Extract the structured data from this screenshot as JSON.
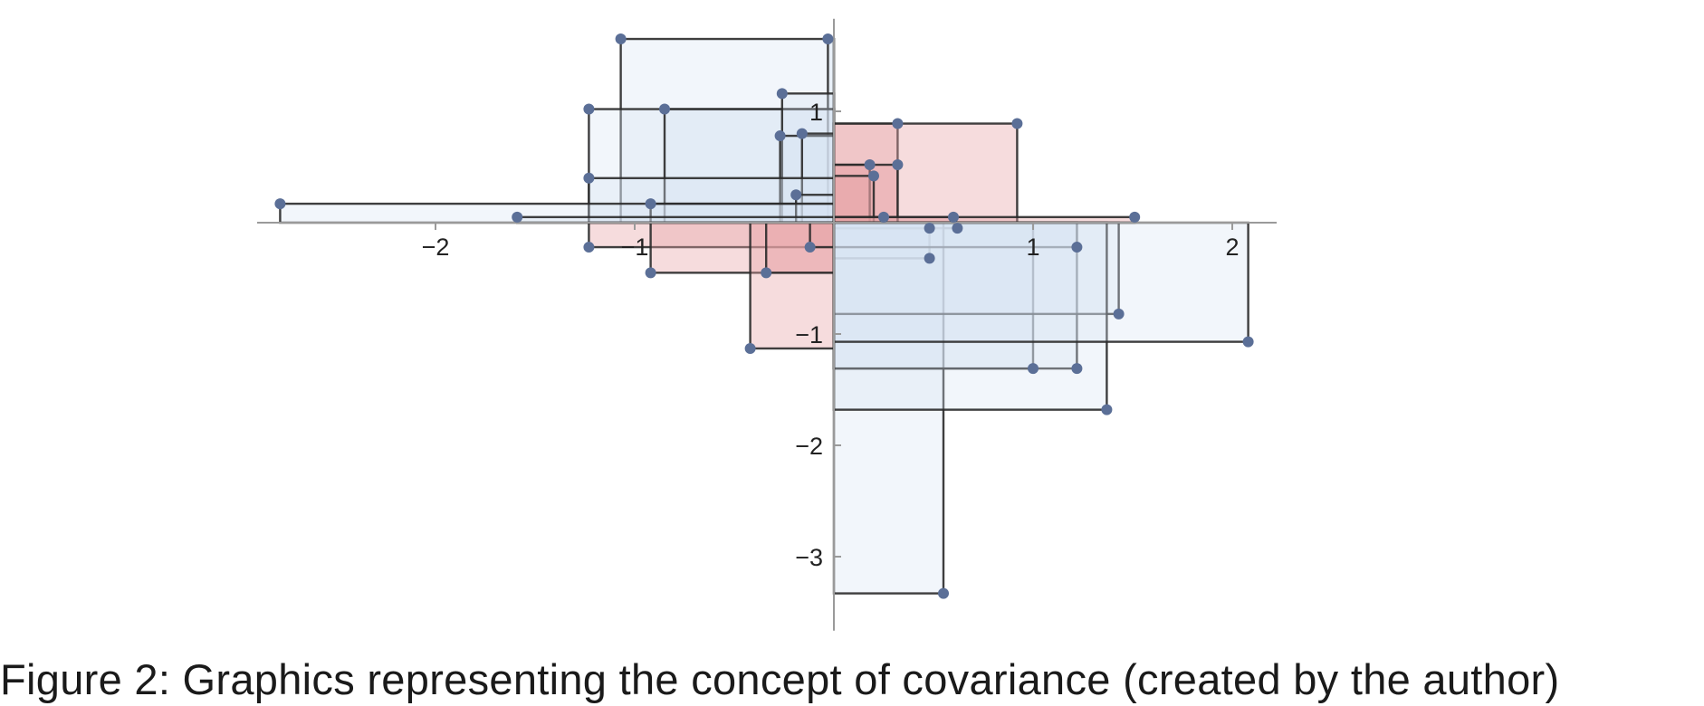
{
  "caption": "Figure 2: Graphics representing the concept of covariance (created by the author)",
  "chart_data": {
    "type": "scatter",
    "description_style": "covariance rectangles: each point spans a rectangle to the mean (0,0); positive products shaded red, negative products shaded blue",
    "xlim": [
      -2.85,
      2.2
    ],
    "ylim": [
      -3.6,
      1.75
    ],
    "grid": false,
    "legend": "none",
    "x_ticks": [
      -2,
      -1,
      1,
      2
    ],
    "y_ticks": [
      -3,
      -2,
      -1,
      1
    ],
    "x_tick_labels": [
      "−2",
      "−1",
      "1",
      "2"
    ],
    "y_tick_labels": [
      "−3",
      "−2",
      "−1",
      "1"
    ],
    "colors": {
      "positive_fill": "#e8a3a6",
      "negative_fill": "#d6e4f3",
      "edge": "#2a2a2a",
      "point": "#5b6f97",
      "axis": "#9a9a9a"
    },
    "points": [
      {
        "x": -1.07,
        "y": 1.65
      },
      {
        "x": -0.03,
        "y": 1.65
      },
      {
        "x": -1.23,
        "y": 1.02
      },
      {
        "x": -0.85,
        "y": 1.02
      },
      {
        "x": -0.26,
        "y": 1.16
      },
      {
        "x": -0.27,
        "y": 0.78
      },
      {
        "x": -0.16,
        "y": 0.8
      },
      {
        "x": -1.23,
        "y": 0.4
      },
      {
        "x": -0.92,
        "y": 0.17
      },
      {
        "x": -0.19,
        "y": 0.25
      },
      {
        "x": -2.78,
        "y": 0.17
      },
      {
        "x": -1.59,
        "y": 0.05
      },
      {
        "x": 0.32,
        "y": 0.89
      },
      {
        "x": 0.92,
        "y": 0.89
      },
      {
        "x": 0.18,
        "y": 0.52
      },
      {
        "x": 0.32,
        "y": 0.52
      },
      {
        "x": 0.2,
        "y": 0.42
      },
      {
        "x": 0.25,
        "y": 0.05
      },
      {
        "x": 0.6,
        "y": 0.05
      },
      {
        "x": 1.51,
        "y": 0.05
      },
      {
        "x": -1.23,
        "y": -0.22
      },
      {
        "x": -0.92,
        "y": -0.45
      },
      {
        "x": -0.42,
        "y": -1.13
      },
      {
        "x": -0.34,
        "y": -0.45
      },
      {
        "x": -0.12,
        "y": -0.22
      },
      {
        "x": 0.48,
        "y": -0.05
      },
      {
        "x": 0.62,
        "y": -0.05
      },
      {
        "x": 0.48,
        "y": -0.32
      },
      {
        "x": 0.55,
        "y": -3.33
      },
      {
        "x": 1.0,
        "y": -1.31
      },
      {
        "x": 1.22,
        "y": -1.31
      },
      {
        "x": 1.22,
        "y": -0.22
      },
      {
        "x": 1.43,
        "y": -0.82
      },
      {
        "x": 1.37,
        "y": -1.68
      },
      {
        "x": 2.08,
        "y": -1.07
      }
    ]
  }
}
